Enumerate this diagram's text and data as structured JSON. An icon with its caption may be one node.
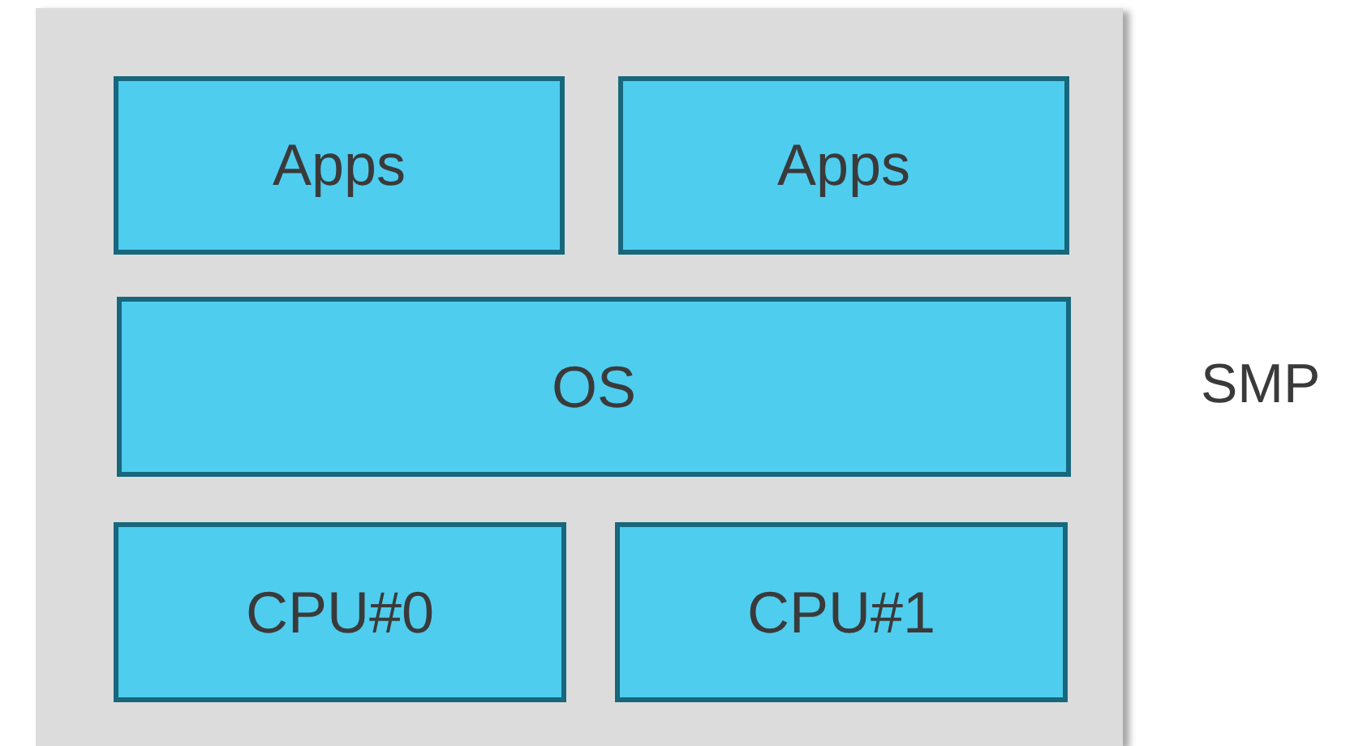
{
  "diagram": {
    "nodes": [
      {
        "text": [],
        "shape": "box",
        "beside": [
          "SMP"
        ]
      },
      {
        "text": [
          "Apps"
        ],
        "in": 0
      },
      {
        "text": [
          "Apps"
        ],
        "in": 0
      },
      {
        "text": [
          "OS"
        ],
        "in": 0
      },
      {
        "text": [
          "CPU#0"
        ],
        "in": 0
      },
      {
        "text": [
          "CPU#1"
        ],
        "in": 0
      }
    ]
  }
}
